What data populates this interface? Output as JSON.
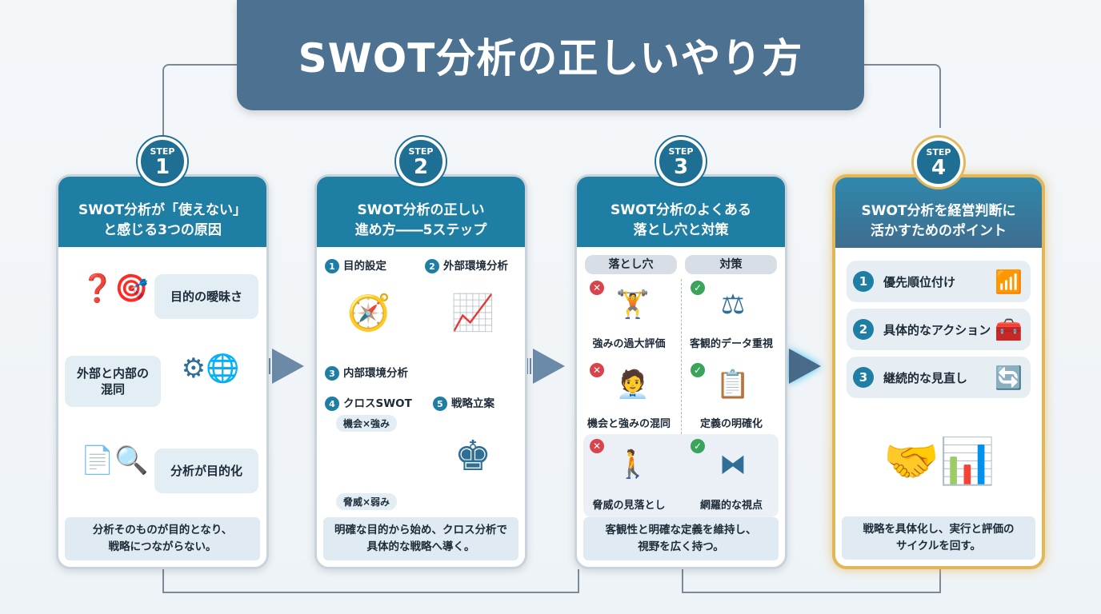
{
  "title": "SWOT分析の正しいやり方",
  "step_label": "STEP",
  "steps": [
    {
      "number": "1",
      "heading": "SWOT分析が「使えない」\nと感じる3つの原因",
      "causes": [
        "目的の曖昧さ",
        "外部と内部の\n混同",
        "分析が目的化"
      ],
      "footer": "分析そのものが目的となり、\n戦略につながらない。"
    },
    {
      "number": "2",
      "heading": "SWOT分析の正しい\n進め方――5ステップ",
      "substeps": [
        {
          "n": "1",
          "label": "目的設定"
        },
        {
          "n": "2",
          "label": "外部環境分析"
        },
        {
          "n": "3",
          "label": "内部環境分析"
        },
        {
          "n": "4",
          "label": "クロスSWOT"
        },
        {
          "n": "5",
          "label": "戦略立案"
        }
      ],
      "cross_tags": [
        "機会×強み",
        "脅威×弱み"
      ],
      "footer": "明確な目的から始め、クロス分析で\n具体的な戦略へ導く。"
    },
    {
      "number": "3",
      "heading": "SWOT分析のよくある\n落とし穴と対策",
      "columns": [
        "落とし穴",
        "対策"
      ],
      "pitfalls": [
        "強みの過大評価",
        "機会と強みの混同",
        "脅威の見落とし"
      ],
      "remedies": [
        "客観的データ重視",
        "定義の明確化",
        "網羅的な視点"
      ],
      "footer": "客観性と明確な定義を維持し、\n視野を広く持つ。"
    },
    {
      "number": "4",
      "heading": "SWOT分析を経営判断に\n活かすためのポイント",
      "points": [
        {
          "n": "1",
          "label": "優先順位付け"
        },
        {
          "n": "2",
          "label": "具体的なアクション"
        },
        {
          "n": "3",
          "label": "継続的な見直し"
        }
      ],
      "footer": "戦略を具体化し、実行と評価の\nサイクルを回す。"
    }
  ]
}
